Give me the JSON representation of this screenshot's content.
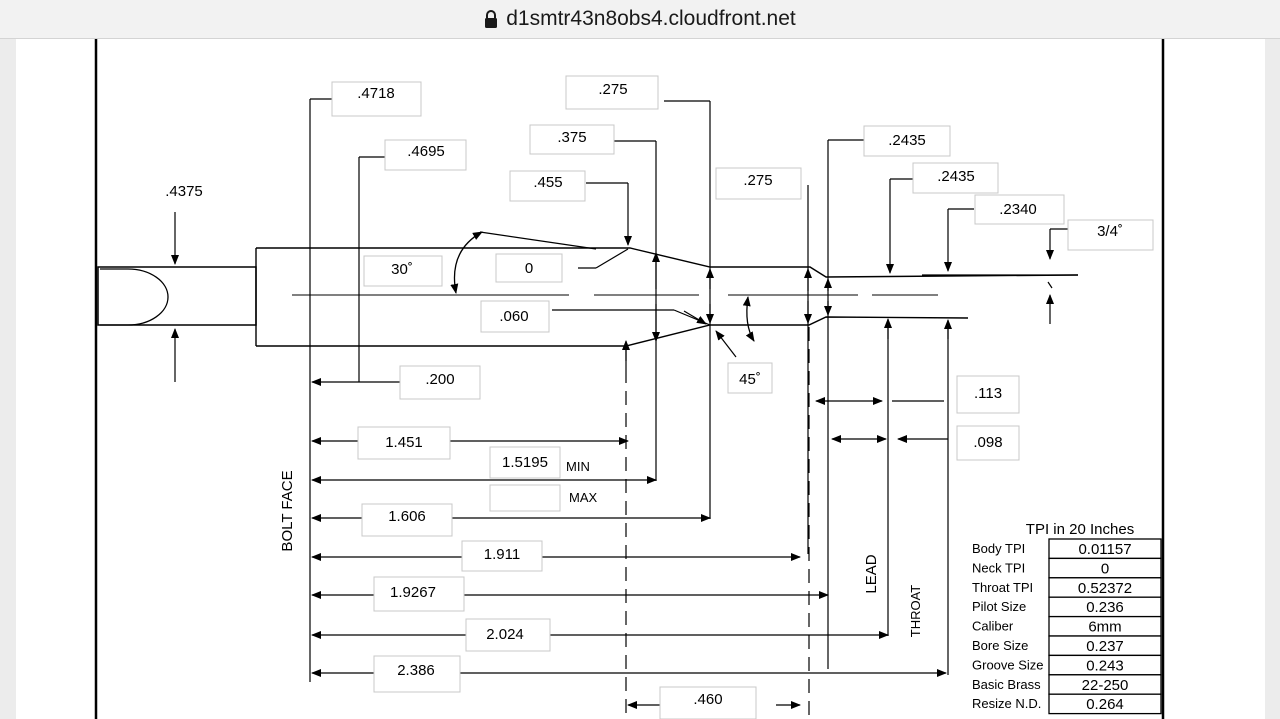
{
  "browser": {
    "url": "d1smtr43n8obs4.cloudfront.net",
    "lock_icon": "lock-icon"
  },
  "diagram": {
    "dims": {
      "d_4718": ".4718",
      "d_4695": ".4695",
      "d_4375": ".4375",
      "d_275a": ".275",
      "d_375": ".375",
      "d_455": ".455",
      "d_275b": ".275",
      "d_2435a": ".2435",
      "d_2435b": ".2435",
      "d_2340": ".2340",
      "d_3_4": "3/4˚",
      "angle_30": "30˚",
      "zero": "0",
      "d_060": ".060",
      "angle_45": "45˚",
      "d_200": ".200",
      "d_113": ".113",
      "d_098": ".098",
      "d_1451": "1.451",
      "d_15195": "1.5195",
      "min": "MIN",
      "max": "MAX",
      "max_value": "",
      "d_1606": "1.606",
      "d_1911": "1.911",
      "d_19267": "1.9267",
      "d_2024": "2.024",
      "d_2386": "2.386",
      "d_460": ".460"
    },
    "labels": {
      "bolt_face": "BOLT FACE",
      "lead": "LEAD",
      "throat": "THROAT"
    },
    "table": {
      "title": "TPI in 20 Inches",
      "rows": [
        {
          "label": "Body TPI",
          "value": "0.01157"
        },
        {
          "label": "Neck TPI",
          "value": "0"
        },
        {
          "label": "Throat TPI",
          "value": "0.52372"
        },
        {
          "label": "Pilot Size",
          "value": "0.236"
        },
        {
          "label": "Caliber",
          "value": "6mm"
        },
        {
          "label": "Bore Size",
          "value": "0.237"
        },
        {
          "label": "Groove Size",
          "value": "0.243"
        },
        {
          "label": "Basic Brass",
          "value": "22-250"
        },
        {
          "label": "Resize N.D.",
          "value": "0.264"
        }
      ]
    }
  }
}
